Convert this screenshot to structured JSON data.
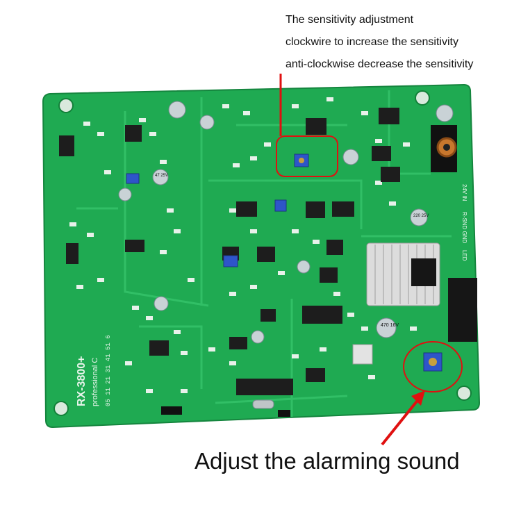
{
  "annotations": {
    "sensitivity": {
      "line1": "The sensitivity adjustment",
      "line2": "clockwire to increase the sensitivity",
      "line3": "anti-clockwise decrease the sensitivity"
    },
    "alarm": {
      "caption": "Adjust the alarming sound"
    }
  },
  "board": {
    "model_label": "RX-3800+",
    "model_sub": "professional C",
    "serial_boxes": "05 11 21 31 41 51 6",
    "cap_labels": [
      "470 16V",
      "220 25V",
      "47 25V"
    ],
    "connector_labels": [
      "24V IN",
      "R-SND GND",
      "LED"
    ]
  },
  "colors": {
    "pcb": "#1faa52",
    "pcb_dark": "#168a40",
    "trace": "#35c768",
    "silk": "#e9f5ec",
    "chip": "#1e1e1e",
    "pot": "#2f55c8",
    "marker": "#e01010"
  }
}
